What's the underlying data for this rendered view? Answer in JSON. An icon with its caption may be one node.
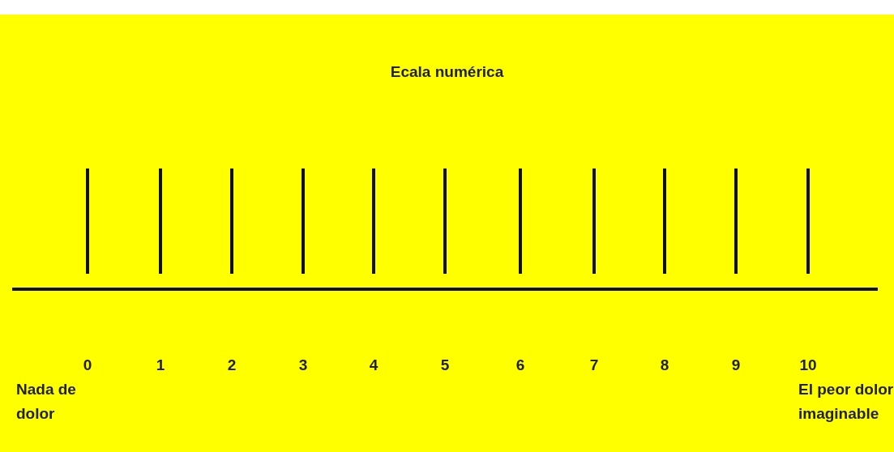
{
  "diagram": {
    "title": "Ecala numérica",
    "labels": [
      "0",
      "1",
      "2",
      "3",
      "4",
      "5",
      "6",
      "7",
      "8",
      "9",
      "10",
      "Nada de dolor",
      "El peor dolor imaginable"
    ]
  }
}
